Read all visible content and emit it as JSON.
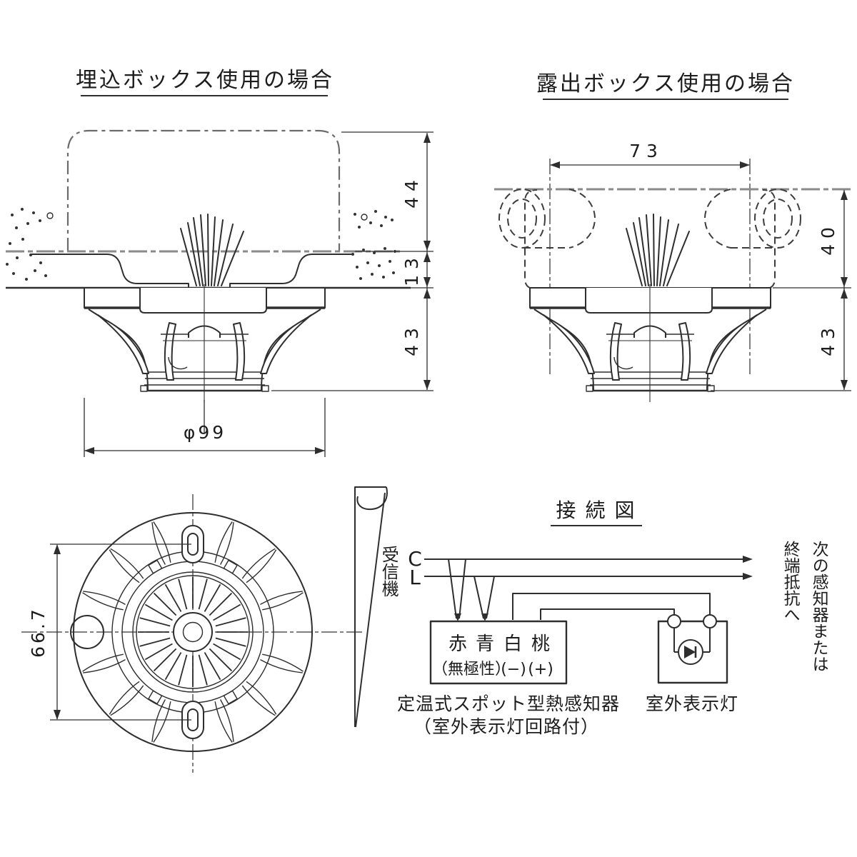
{
  "left_view": {
    "title": "埋込ボックス使用の場合",
    "dims": {
      "box_height": "44",
      "ceiling_thickness": "13",
      "detector_height": "43",
      "diameter": "φ99"
    }
  },
  "right_view": {
    "title": "露出ボックス使用の場合",
    "dims": {
      "box_pitch": "73",
      "box_height": "40",
      "detector_height": "43"
    }
  },
  "bottom_view": {
    "dims": {
      "slot_pitch": "66.7"
    }
  },
  "connection": {
    "title": "接続図",
    "receiver_label": "受信機",
    "line_c": "C",
    "line_l": "L",
    "terminals": [
      "赤",
      "青",
      "白",
      "桃"
    ],
    "polarity": [
      "（無極性）",
      "(−)",
      "(+)"
    ],
    "detector_caption_1": "定温式スポット型熱感知器",
    "detector_caption_2": "（室外表示灯回路付）",
    "lamp_caption": "室外表示灯",
    "dest_line_1": "次の感知器または",
    "dest_line_2": "終端抵抗へ"
  }
}
